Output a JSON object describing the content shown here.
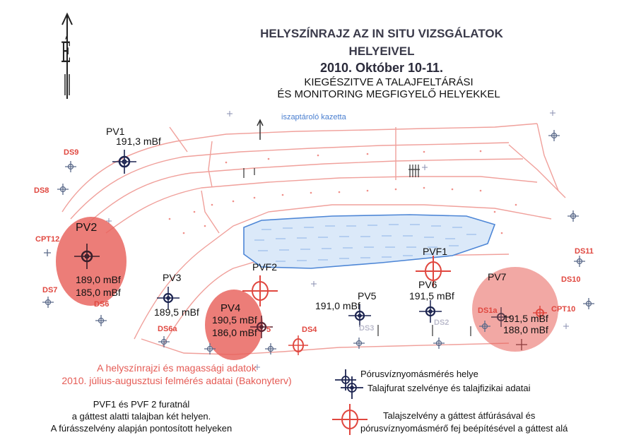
{
  "title": {
    "line1": "HELYSZÍNRAJZ AZ IN SITU VIZSGÁLATOK",
    "line2": "HELYEIVEL",
    "line3": "2010. Október 10-11."
  },
  "subtitle": {
    "line1": "KIEGÉSZITVE A TALAJFELTÁRÁSI",
    "line2": "ÉS MONITORING MEGFIGYELŐ HELYEKKEL"
  },
  "north_label": "É",
  "reservoir_label": "iszaptároló kazetta",
  "points": {
    "pv1": {
      "name": "PV1",
      "value": "191,3 mBf"
    },
    "pv2": {
      "name": "PV2",
      "value1": "189,0 mBf",
      "value2": "185,0 mBf"
    },
    "pv3": {
      "name": "PV3",
      "value": "189,5 mBf"
    },
    "pv4": {
      "name": "PV4",
      "value1": "190,5 mBf",
      "value2": "186,0 mBf"
    },
    "pv5": {
      "name": "PV5",
      "value": "191,0 mBf"
    },
    "pv6": {
      "name": "PV6",
      "value": "191,5 mBf"
    },
    "pv7": {
      "name": "PV7",
      "value1": "191,5 mBf",
      "value2": "188,0 mBf"
    },
    "pvf1": {
      "name": "PVF1"
    },
    "pvf2": {
      "name": "PVF2"
    }
  },
  "ds_labels": {
    "ds9": "DS9",
    "ds8": "DS8",
    "cpt12": "CPT12",
    "ds7": "DS7",
    "ds6": "DS6",
    "ds6a": "DS6a",
    "ds5": "5",
    "ds4": "DS4",
    "ds3": "DS3",
    "ds2": "DS2",
    "ds11": "DS11",
    "ds10": "DS10",
    "ds1a": "DS1a",
    "cpt10": "CPT10"
  },
  "survey_note": {
    "line1": "A helyszínrajzi és magassági adatok",
    "line2": "2010. július-augusztusi felmérés adatai (Bakonyterv)"
  },
  "pvf_note": {
    "line1": "PVF1 és PVF 2 furatnál",
    "line2": "a gáttest alatti talajban  két helyen.",
    "line3": "A fúrásszelvény alapján pontosított helyeken"
  },
  "legend": {
    "item1": "Pórusvíznyomásmérés helye",
    "item2": "Talajfurat szelvénye és talajfizikai adatai",
    "item3a": "Talajszelvény a gáttest átfúrásával és",
    "item3b": "pórusvíznyomásmérő fej beépítésével a gáttest alá"
  },
  "colors": {
    "red": "#e0473f",
    "highlight": "#e8605a",
    "navy": "#1c2450",
    "water": "#dbe9f9",
    "water_edge": "#4d86d6"
  }
}
